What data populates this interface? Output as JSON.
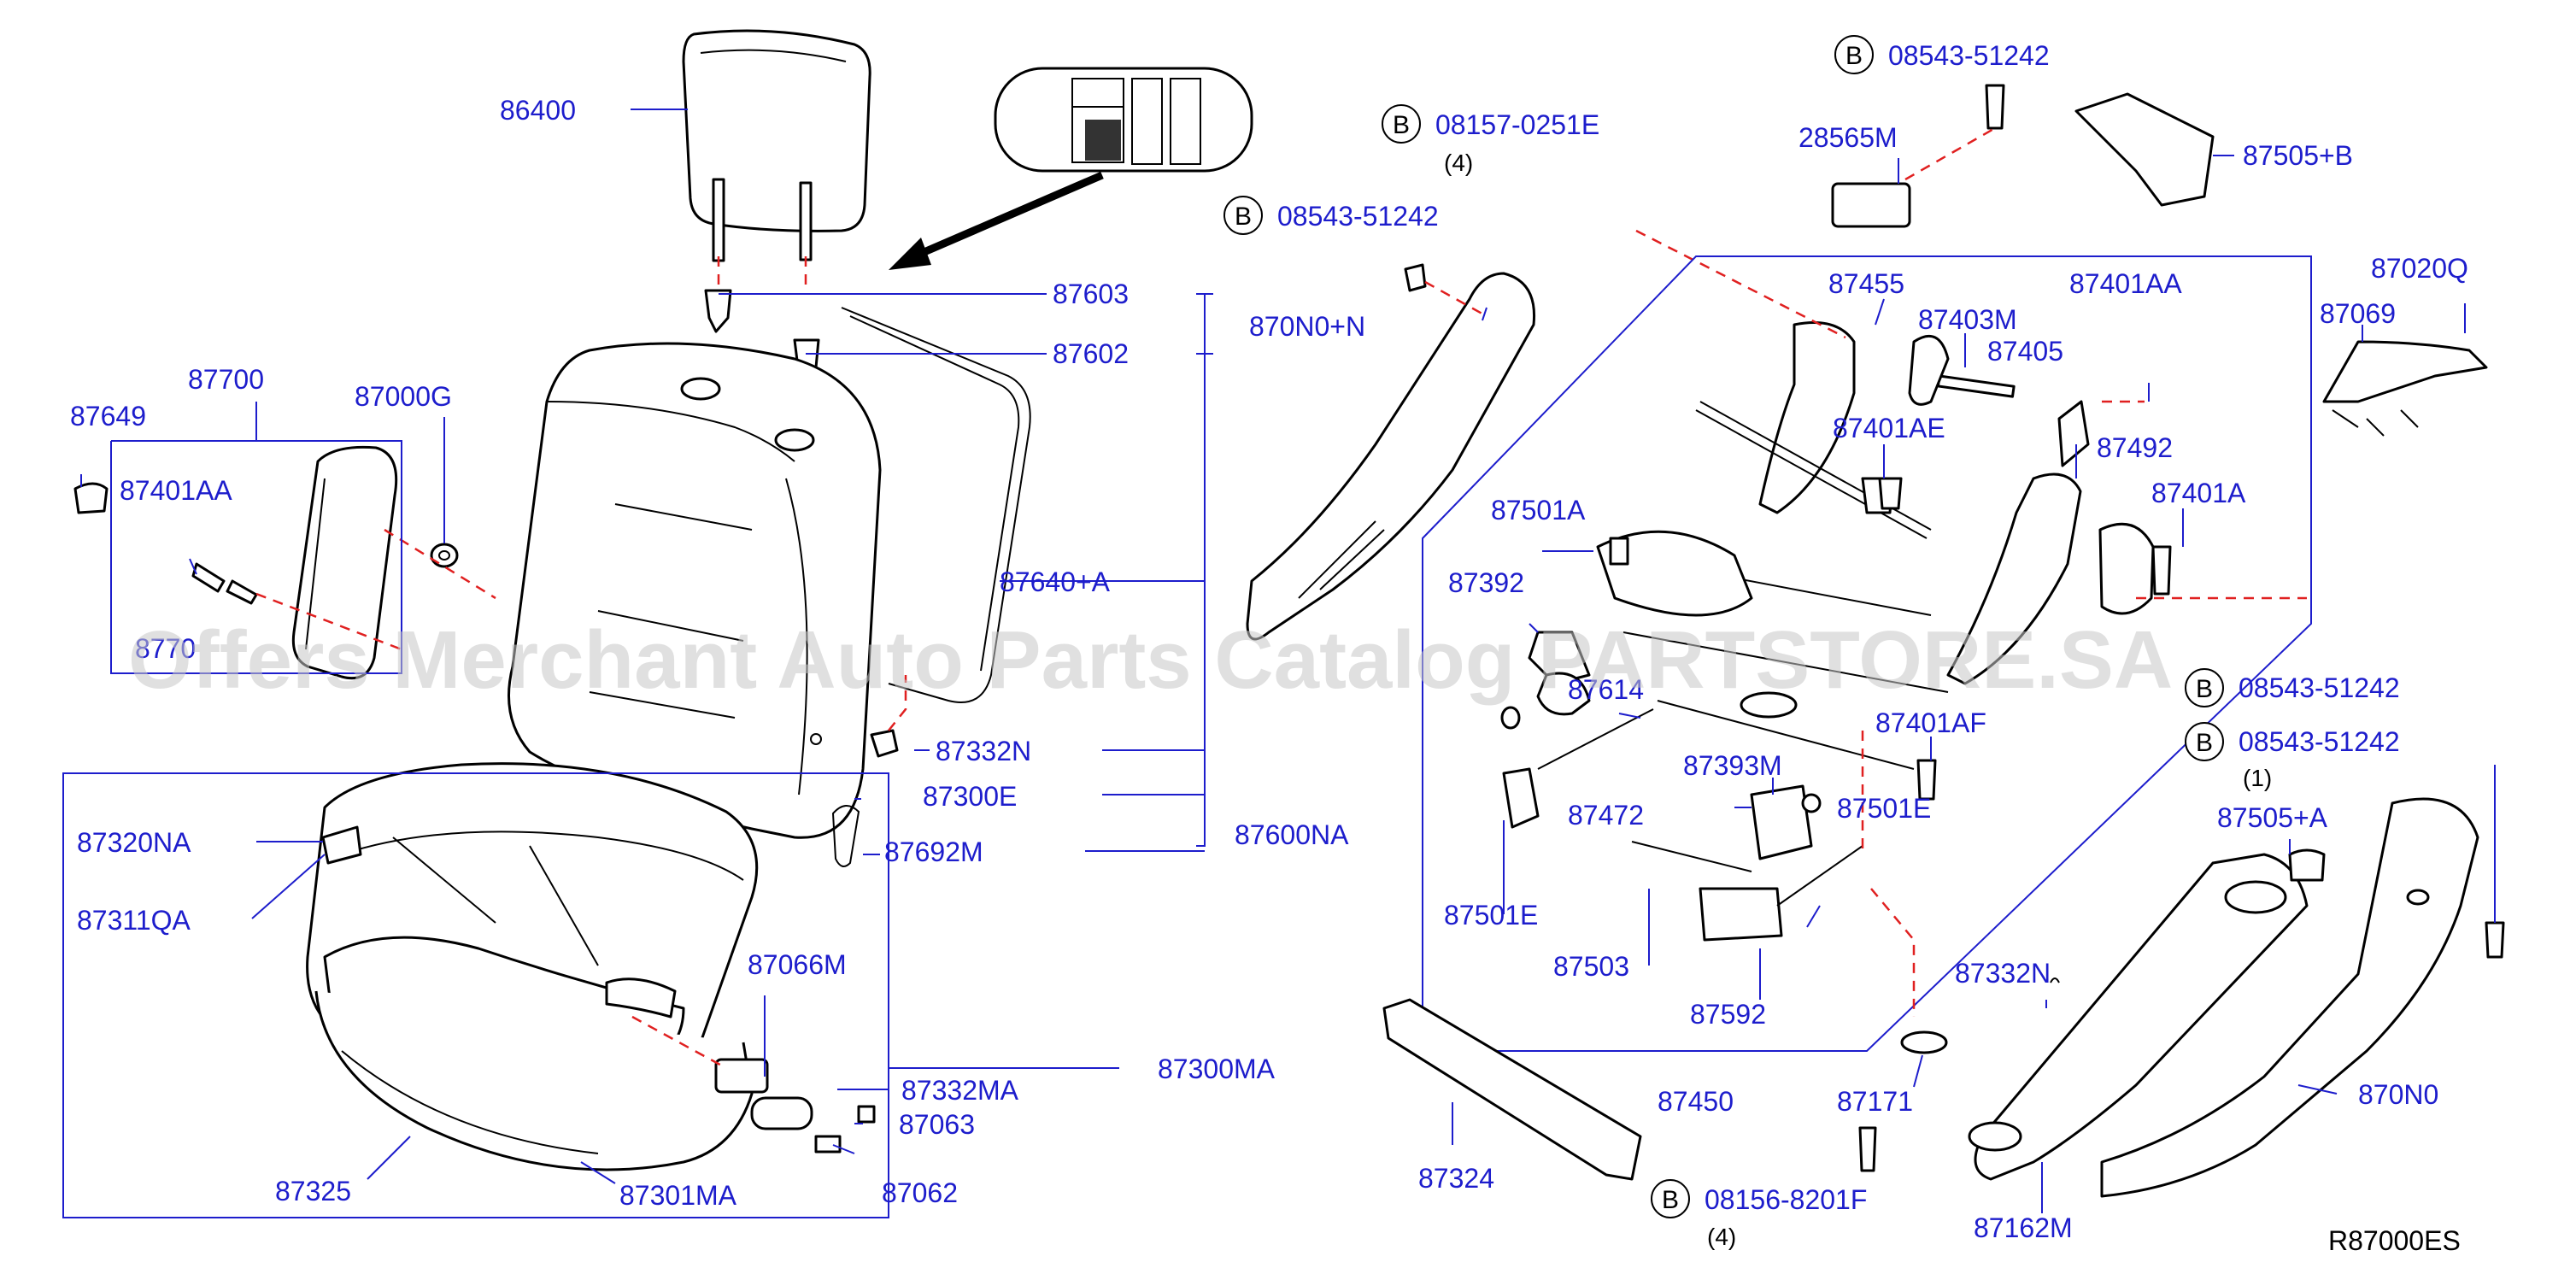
{
  "reference_code": "R87000ES",
  "watermark": "Offers Merchant Auto Parts Catalog PARTSTORE.SA",
  "bolt_marker": "B",
  "parts": {
    "p86400": "86400",
    "p87603": "87603",
    "p87602": "87602",
    "p87700": "87700",
    "p87000G": "87000G",
    "p87649": "87649",
    "p87401AA_left": "87401AA",
    "p8770x": "8770",
    "p87640A": "87640+A",
    "p87332N_left": "87332N",
    "p87300E": "87300E",
    "p87692M": "87692M",
    "p87600NA": "87600NA",
    "p87320NA": "87320NA",
    "p87311QA": "87311QA",
    "p87066M": "87066M",
    "p87332MA": "87332MA",
    "p87063": "87063",
    "p87062": "87062",
    "p87325": "87325",
    "p87301MA": "87301MA",
    "p87300MA": "87300MA",
    "p870N0N": "870N0+N",
    "p28565M": "28565M",
    "p87505B": "87505+B",
    "p87455": "87455",
    "p87403M": "87403M",
    "p87405": "87405",
    "p87401AA_right": "87401AA",
    "p87020Q": "87020Q",
    "p87069": "87069",
    "p87401AE": "87401AE",
    "p87492": "87492",
    "p87401A": "87401A",
    "p87501A": "87501A",
    "p87392": "87392",
    "p87614": "87614",
    "p87401AF": "87401AF",
    "p87393M": "87393M",
    "p87501E_mid": "87501E",
    "p87472": "87472",
    "p87501E_left": "87501E",
    "p87503": "87503",
    "p87592": "87592",
    "p87450": "87450",
    "p87171": "87171",
    "p87324": "87324",
    "p87505A": "87505+A",
    "p87332N_right": "87332N",
    "p870N0": "870N0",
    "p87162M": "87162M"
  },
  "bolts": [
    {
      "part": "08157-0251E",
      "qty": "(4)"
    },
    {
      "part": "08543-51242",
      "qty": ""
    },
    {
      "part": "08543-51242",
      "qty": ""
    },
    {
      "part": "08543-51242",
      "qty": ""
    },
    {
      "part": "08543-51242",
      "qty": "(1)"
    },
    {
      "part": "08156-8201F",
      "qty": "(4)"
    }
  ]
}
